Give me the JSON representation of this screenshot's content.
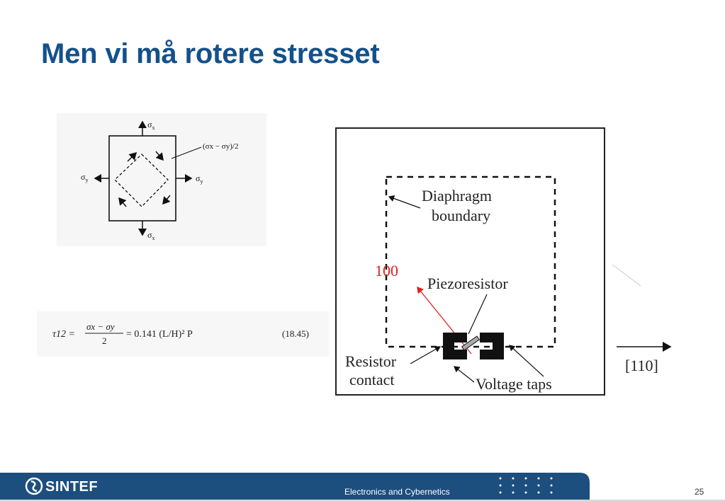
{
  "title": "Men vi må rotere stresset",
  "stress_figure": {
    "sigma_x_top": "σ",
    "sigma_x_top_sub": "x",
    "sigma_x_bottom": "σ",
    "sigma_x_bottom_sub": "x",
    "sigma_y_left": "σ",
    "sigma_y_left_sub": "y",
    "sigma_y_right": "σ",
    "sigma_y_right_sub": "y",
    "shear_label": "(σx − σy)/2"
  },
  "equation": {
    "lhs": "τ12 =",
    "numerator": "σx − σy",
    "denominator": "2",
    "rhs": "= 0.141 (L/H)² P",
    "number": "(18.45)"
  },
  "diaphragm_figure": {
    "diaphragm_line1": "Diaphragm",
    "diaphragm_line2": "boundary",
    "angle_annotation": "100",
    "piezoresistor": "Piezoresistor",
    "resistor_line1": "Resistor",
    "resistor_line2": "contact",
    "voltage_taps": "Voltage taps",
    "direction": "[110]"
  },
  "footer": {
    "brand": "SINTEF",
    "department": "Electronics and Cybernetics",
    "page_number": "25"
  },
  "colors": {
    "title": "#14518a",
    "footer_band": "#1c4e7e",
    "annotation_red": "#e02020"
  }
}
